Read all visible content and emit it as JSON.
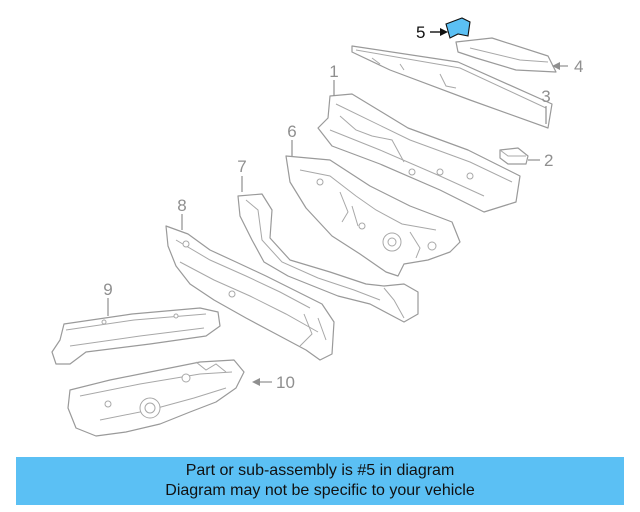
{
  "diagram": {
    "callouts": [
      "1",
      "2",
      "3",
      "4",
      "5",
      "6",
      "7",
      "8",
      "9",
      "10"
    ],
    "highlighted_callout": "5",
    "highlight_color": "#5bc0f4",
    "line_color": "#9a9a9a"
  },
  "banner": {
    "line1": "Part or sub-assembly is #5 in diagram",
    "line2": "Diagram may not be specific to your vehicle",
    "background": "#5bc0f4"
  }
}
